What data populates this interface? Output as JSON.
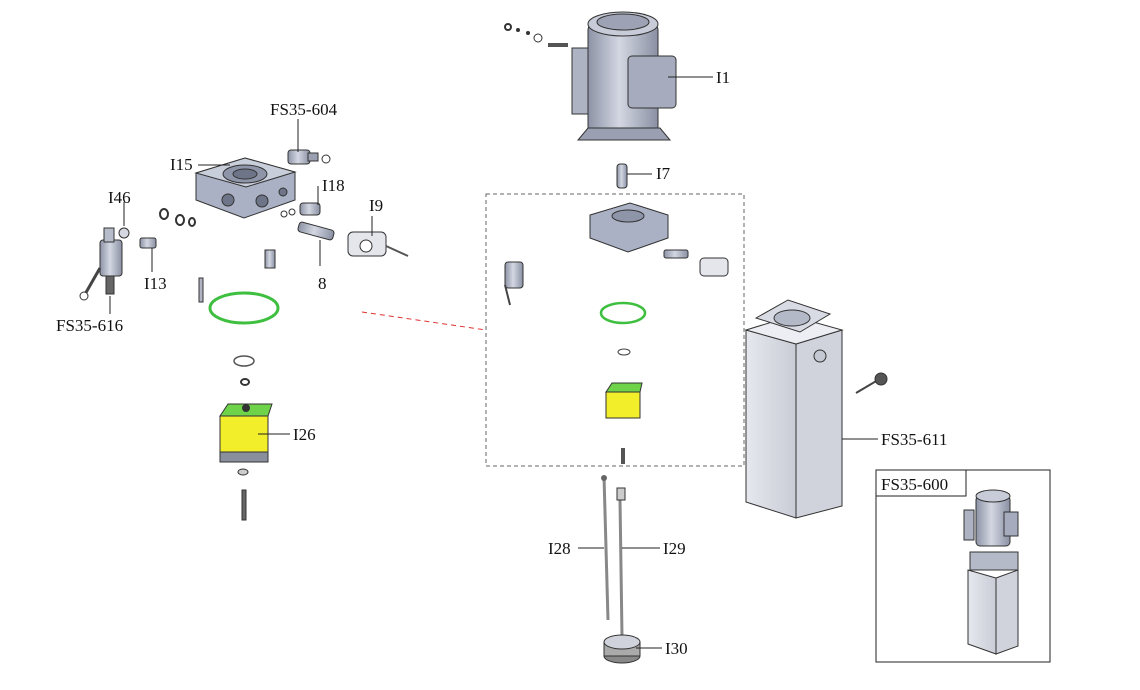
{
  "labels": {
    "fs35_604": "FS35-604",
    "i15": "I15",
    "i18": "I18",
    "i9": "I9",
    "i46": "I46",
    "i13": "I13",
    "p8": "8",
    "fs35_616": "FS35-616",
    "i26": "I26",
    "i1": "I1",
    "i7": "I7",
    "fs35_611": "FS35-611",
    "fs35_600": "FS35-600",
    "i28": "I28",
    "i29": "I29",
    "i30": "I30"
  },
  "colors": {
    "metal": "#b9bfcf",
    "metal_dark": "#7d8496",
    "pump_yellow": "#f2ee2a",
    "pump_green": "#6fd34a",
    "oring_green": "#3fbf3f",
    "leader_red": "#e03030"
  }
}
